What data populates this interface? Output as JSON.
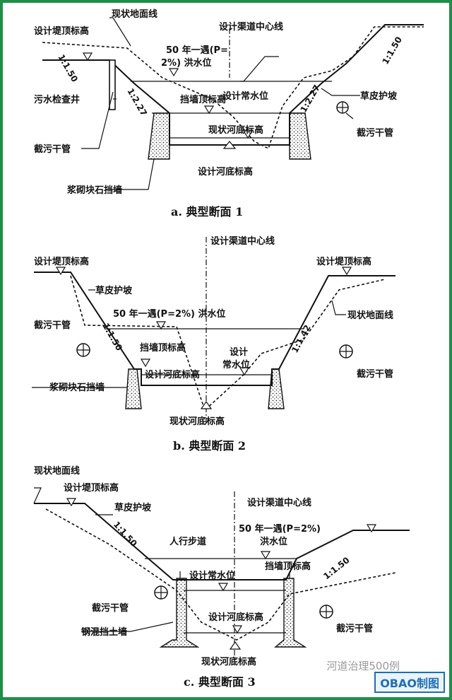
{
  "section_a": {
    "caption": "a. 典型断面 1",
    "existing_ground_line": "现状地面线",
    "design_dike_top": "设计堤顶标高",
    "design_centerline": "设计渠道中心线",
    "flood_level_line1": "50 年一遇(P=",
    "flood_level_line2": "2%) 洪水位",
    "sewage_inspection_well": "污水检查井",
    "retaining_wall_top": "挡墙顶标高",
    "design_normal_water": "设计常水位",
    "grass_slope": "草皮护坡",
    "existing_riverbed": "现状河底标高",
    "interception_pipe_left": "截污干管",
    "interception_pipe_right": "截污干管",
    "design_riverbed": "设计河底标高",
    "masonry_wall": "浆砌块石挡墙",
    "slope_left_top": "1:1.50",
    "slope_left": "1:2.27",
    "slope_right": "1:2.27",
    "slope_right_top": "1:1.50"
  },
  "section_b": {
    "caption": "b. 典型断面 2",
    "design_centerline": "设计渠道中心线",
    "design_dike_top_left": "设计堤顶标高",
    "design_dike_top_right": "设计堤顶标高",
    "grass_slope": "草皮护坡",
    "flood_level": "50 年一遇(P=2%) 洪水位",
    "existing_ground_line": "现状地面线",
    "interception_pipe_left": "截污干管",
    "interception_pipe_right": "截污干管",
    "retaining_wall_top": "挡墙顶标高",
    "design_line1": "设计",
    "design_line2": "常水位",
    "design_riverbed": "设计河底标高",
    "masonry_wall": "浆砌块石挡墙",
    "existing_riverbed": "现状河底标高",
    "slope_left": "1:1.50",
    "slope_right": "1:1.42"
  },
  "section_c": {
    "caption": "c. 典型断面 3",
    "existing_ground_line": "现状地面线",
    "design_dike_top": "设计堤顶标高",
    "grass_slope": "草皮护坡",
    "design_centerline": "设计渠道中心线",
    "flood_level_line1": "50 年一遇(P=2%)",
    "flood_level_line2": "洪水位",
    "walkway": "人行步道",
    "retaining_wall_top": "挡墙顶标高",
    "design_normal_water": "设计常水位",
    "interception_pipe_left": "截污干管",
    "interception_pipe_right": "截污干管",
    "design_riverbed": "设计河底标高",
    "rc_wall": "钢混挡土墙",
    "existing_riverbed": "现状河底标高",
    "slope_left": "1:1.50",
    "slope_right": "1:1.50"
  },
  "watermark": {
    "text": "河道治理500例",
    "logo": "OBAO制图"
  },
  "colors": {
    "frame": "#1f8f47",
    "logo": "#1e6fb0"
  }
}
